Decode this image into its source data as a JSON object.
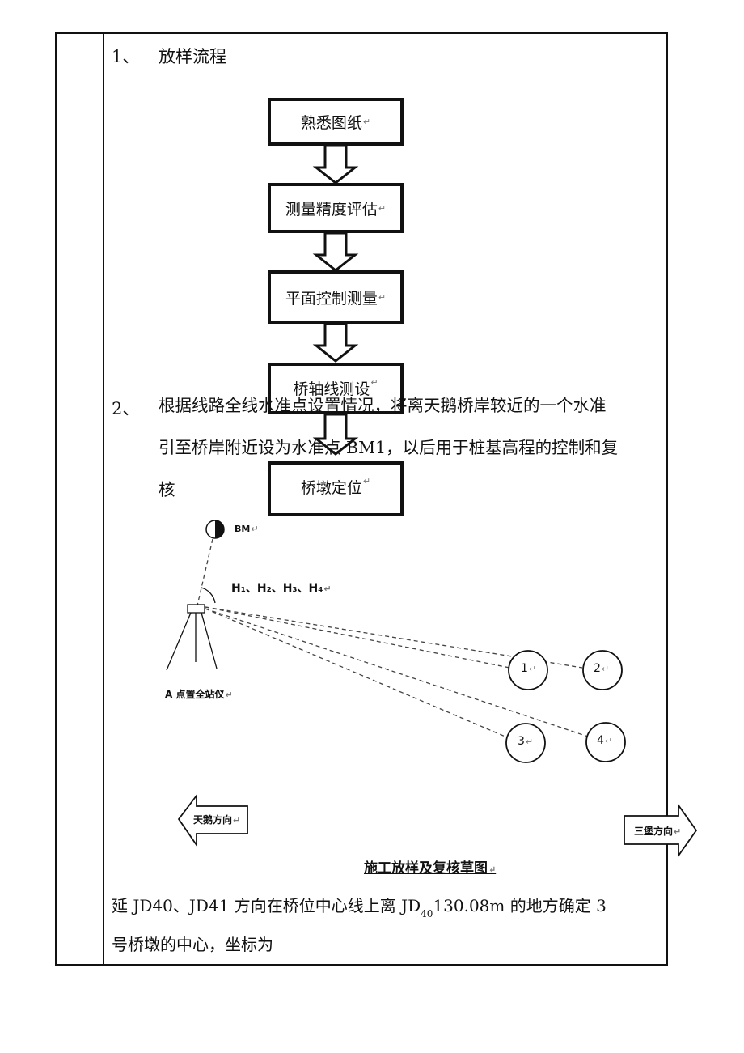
{
  "section1": {
    "number": "1、",
    "title": "放样流程"
  },
  "flow": {
    "steps": [
      "熟悉图纸",
      "测量精度评估",
      "平面控制测量",
      "桥轴线测设",
      "桥墩定位"
    ],
    "para_mark": "↵"
  },
  "section2": {
    "number": "2、",
    "lines": [
      "根据线路全线水准点设置情况，将离天鹅桥岸较近的一个水准",
      "引至桥岸附近设为水准点 BM1，以后用于桩基高程的控制和复",
      "核"
    ]
  },
  "sketch": {
    "bm_label": "BM",
    "angle_labels": "H₁、H₂、H₃、H₄",
    "station_label": "A 点置全站仪",
    "points": [
      "1",
      "2",
      "3",
      "4"
    ],
    "left_arrow_label": "天鹅方向",
    "right_arrow_label": "三堡方向",
    "caption": "施工放样及复核草图"
  },
  "bottom": {
    "line1_pre": "延 JD40、JD41 方向在桥位中心线上离 JD",
    "line1_sub": "40",
    "line1_post": "130.08m 的地方确定 3",
    "line2": "号桥墩的中心，坐标为"
  }
}
